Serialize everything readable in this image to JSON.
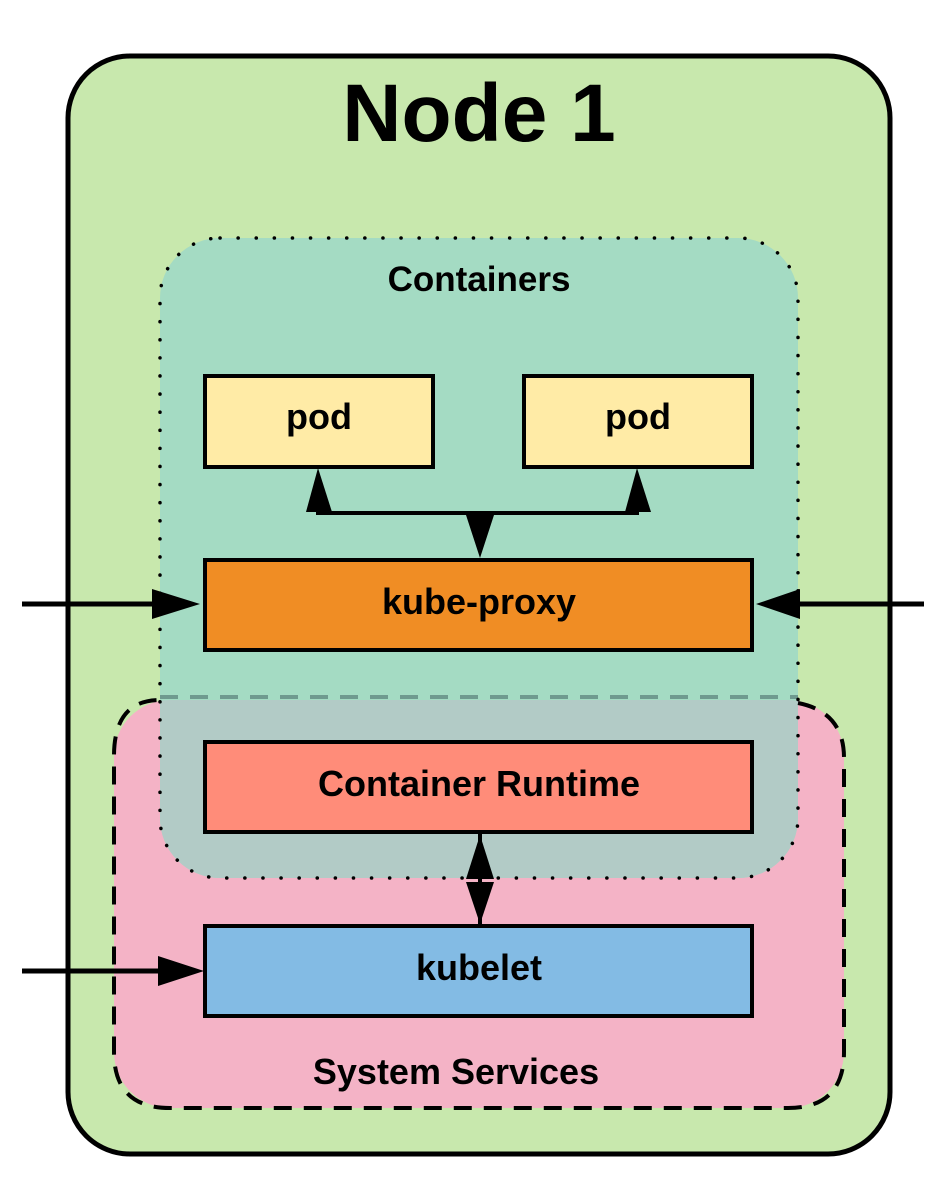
{
  "title": "Node 1",
  "groups": {
    "containers": {
      "label": "Containers",
      "color": "#a4dbc3",
      "border": "dotted"
    },
    "system_services": {
      "label": "System Services",
      "color": "#f4b3c6",
      "border": "dashed"
    },
    "overlap_color": "#b2cbc6"
  },
  "node": {
    "color": "#c8e8ad"
  },
  "components": {
    "pod_left": {
      "label": "pod",
      "color": "#ffeba6"
    },
    "pod_right": {
      "label": "pod",
      "color": "#ffeba6"
    },
    "kube_proxy": {
      "label": "kube-proxy",
      "color": "#f08d24"
    },
    "container_runtime": {
      "label": "Container Runtime",
      "color": "#ff8c79"
    },
    "kubelet": {
      "label": "kubelet",
      "color": "#83bbe4"
    }
  },
  "connections": [
    {
      "from": "kube-proxy",
      "to": "pod (left)",
      "type": "arrow"
    },
    {
      "from": "kube-proxy",
      "to": "pod (right)",
      "type": "arrow"
    },
    {
      "from": "pods",
      "to": "kube-proxy",
      "type": "arrow"
    },
    {
      "from": "external-left",
      "to": "kube-proxy",
      "type": "arrow"
    },
    {
      "from": "external-right",
      "to": "kube-proxy",
      "type": "arrow"
    },
    {
      "from": "container-runtime",
      "to": "kubelet",
      "type": "bidirectional"
    },
    {
      "from": "external-left",
      "to": "kubelet",
      "type": "arrow"
    }
  ]
}
